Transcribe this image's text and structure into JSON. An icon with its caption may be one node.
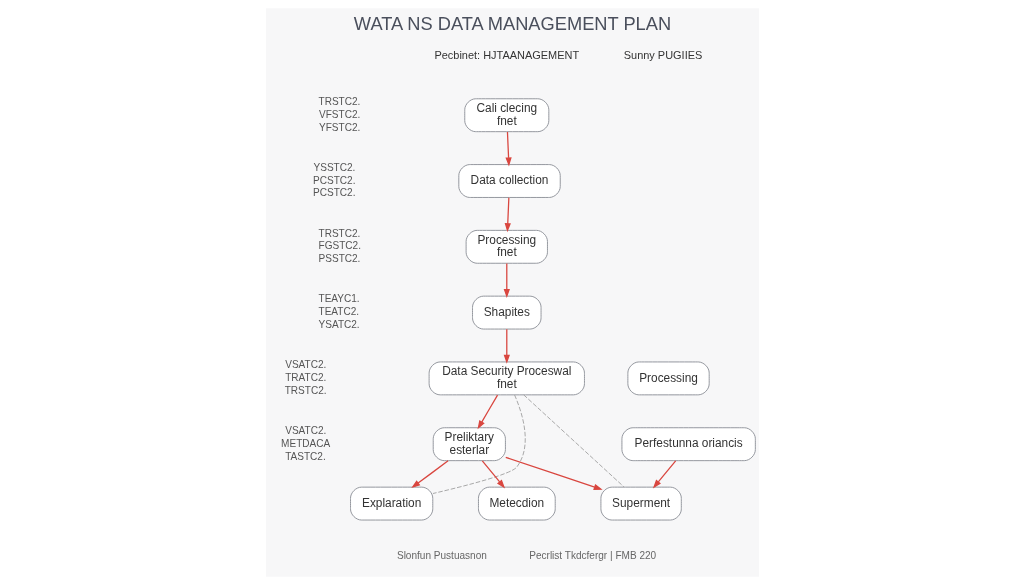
{
  "diagram": {
    "title": "WATA NS DATA MANAGEMENT PLAN",
    "nodes": [
      {
        "text": [
          "Cali clecing",
          "fnet"
        ]
      },
      {
        "text": [
          "Data collection"
        ]
      },
      {
        "text": [
          "Processing",
          "fnet"
        ]
      },
      {
        "text": [
          "Shapites"
        ]
      },
      {
        "text": [
          "Data Security Proceswal",
          "fnet"
        ]
      },
      {
        "text": [
          "Preliktary",
          "esterlar"
        ]
      },
      {
        "text": [
          "Processing"
        ]
      },
      {
        "text": [
          "Perfestunna oriancis"
        ]
      },
      {
        "text": [
          "Explaration"
        ]
      },
      {
        "text": [
          "Metecdion"
        ]
      },
      {
        "text": [
          "Superment"
        ]
      }
    ],
    "edges": [
      {
        "from": 0,
        "to": 1,
        "arrow": "to"
      },
      {
        "from": 1,
        "to": 2,
        "arrow": "to"
      },
      {
        "from": 2,
        "to": 3,
        "arrow": "to"
      },
      {
        "from": 3,
        "to": 4,
        "arrow": "to"
      },
      {
        "from": 4,
        "to": 5,
        "arrow": "to"
      },
      {
        "from": 5,
        "to": 8,
        "arrow": "to"
      },
      {
        "from": 5,
        "to": 9,
        "arrow": "to"
      },
      {
        "from": 5,
        "to": 10,
        "arrow": "to"
      },
      {
        "from": 7,
        "to": 10,
        "arrow": "to"
      },
      {
        "from": 4,
        "to": 8,
        "arrow": "none",
        "style": "dashed",
        "color": "#a0a0a0"
      },
      {
        "from": 4,
        "to": 10,
        "arrow": "none",
        "style": "dashed",
        "color": "#a0a0a0"
      }
    ],
    "labels": [
      "Pecbinet: HJTAANAGEMENT",
      "Sunny PUGIIES",
      "TRSTC2.",
      "VFSTC2.",
      "YFSTC2.",
      "YSSTC2.",
      "PCSTC2.",
      "PCSTC2.",
      "TRSTC2.",
      "FGSTC2.",
      "PSSTC2.",
      "TEAYC1.",
      "TEATC2.",
      "YSATC2.",
      "VSATC2.",
      "TRATC2.",
      "TRSTC2.",
      "VSATC2.",
      "METDACA",
      "TASTC2.",
      "Slonfun Pustuasnon",
      "Pecrlist Tkdcfergr | FMB 220"
    ]
  }
}
